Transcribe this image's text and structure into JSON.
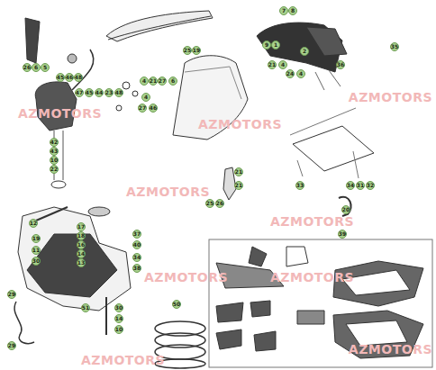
{
  "diagram": {
    "labels": [
      "26",
      "6",
      "5",
      "45",
      "46",
      "48",
      "25",
      "19",
      "4",
      "21",
      "27",
      "6",
      "47",
      "45",
      "44",
      "23",
      "48",
      "27",
      "46",
      "4",
      "42",
      "43",
      "10",
      "22",
      "7",
      "8",
      "9",
      "1",
      "2",
      "36",
      "21",
      "4",
      "24",
      "4",
      "35",
      "33",
      "34",
      "31",
      "32",
      "20",
      "21",
      "21",
      "25",
      "26",
      "39",
      "12",
      "17",
      "18",
      "16",
      "14",
      "13",
      "19",
      "11",
      "30",
      "37",
      "40",
      "34",
      "38",
      "51",
      "30",
      "14",
      "10",
      "50",
      "29",
      "29",
      "AZMOTORS",
      "AZMOTORS",
      "AZMOTORS",
      "AZMOTORS",
      "AZMOTORS",
      "AZMOTORS",
      "AZMOTORS",
      "AZMOTORS",
      "AZMOTORS"
    ]
  }
}
